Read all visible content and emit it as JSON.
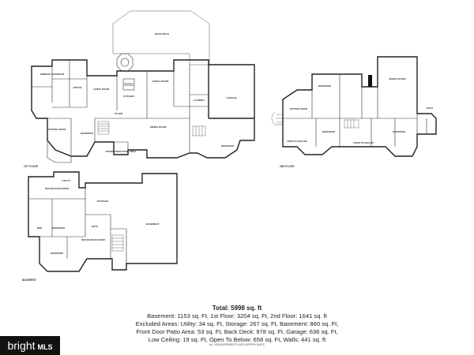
{
  "floors": {
    "first_floor_label": "1ST FLOOR",
    "second_floor_label": "2ND FLOOR",
    "basement_label": "BASEMENT"
  },
  "rooms": {
    "back_deck": "BACK DECK",
    "garage": "GARAGE",
    "family_room": "FAMILY ROOM",
    "kitchen": "KITCHEN",
    "dining_room": "DINING ROOM",
    "living_room": "LIVING ROOM",
    "foyer": "FOYER",
    "bedroom_1f": "BEDROOM",
    "sitting_room": "SITTING ROOM",
    "primary_bedroom": "PRIMARY BEDROOM",
    "office": "OFFICE",
    "laundry": "LAUNDRY",
    "front_door_patio": "FRONT DOOR PATIO AREA",
    "bedroom_2f_a": "BEDROOM",
    "bedroom_2f_b": "BEDROOM",
    "bedroom_2f_c": "BEDROOM",
    "open_to_below": "OPEN TO BELOW",
    "sitting_room_2f": "SITTING ROOM",
    "bonus_room": "BONUS ROOM",
    "bath_2f": "BATH",
    "recreation_room": "RECREATION ROOM",
    "bedroom_bsmt": "BEDROOM",
    "storage": "STORAGE",
    "utility": "UTILITY",
    "basement_area": "BASEMENT",
    "bath_bsmt": "BATH",
    "den": "DEN"
  },
  "summary": {
    "total": "Total: 5998 sq. ft",
    "line1": "Basement: 1153 sq. Ft, 1st Floor: 3204 sq. Ft, 2nd Floor: 1641 sq. ft",
    "line2": "Excluded Areas: Utility: 34 sq. Ft, Storage: 267 sq. Ft, Basement: 860 sq. Ft,",
    "line3": "Front Door Patio Area: 53 sq. Ft, Back Deck: 978 sq. Ft, Garage: 636 sq. Ft,",
    "line4": "Low Ceiling: 19 sq. Ft, Open To Below: 658 sq. Ft, Walls: 441 sq. ft",
    "note": "ALL MEASUREMENTS ARE APPROXIMATE"
  },
  "logo": {
    "brand": "bright",
    "suffix": "MLS"
  }
}
